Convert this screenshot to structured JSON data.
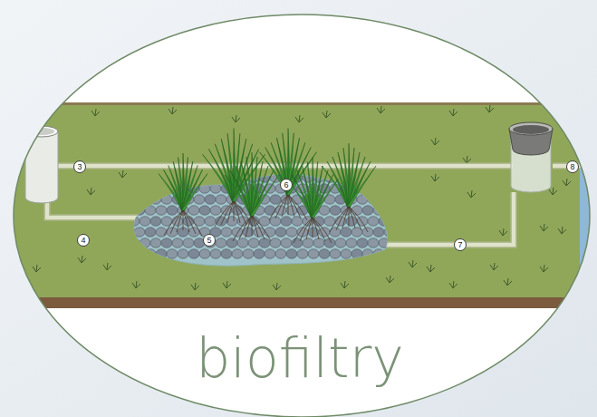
{
  "diagram": {
    "title": "biofiltry",
    "labels": [
      "3",
      "4",
      "5",
      "6",
      "7",
      "8"
    ]
  }
}
